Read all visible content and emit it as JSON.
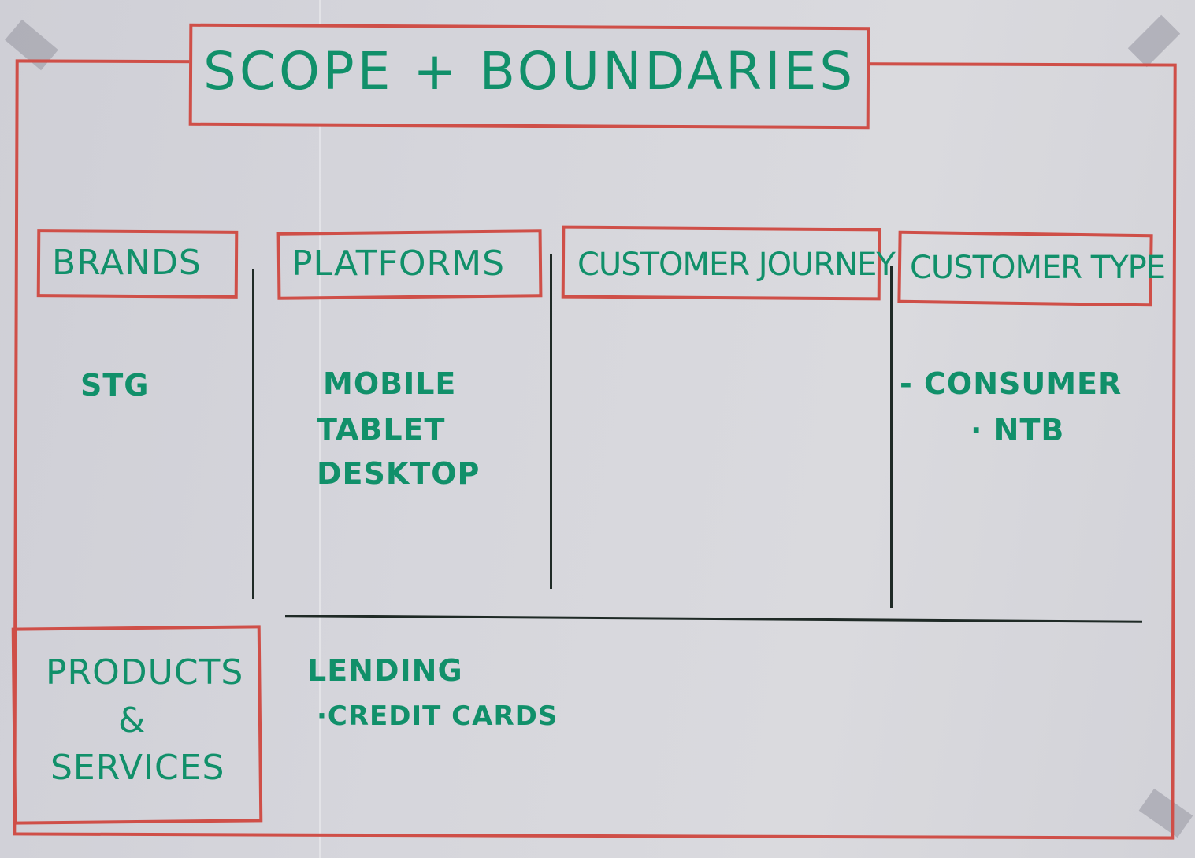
{
  "title": "SCOPE + BOUNDARIES",
  "sections": {
    "brands": {
      "heading": "BRANDS",
      "items": [
        "STG"
      ]
    },
    "platforms": {
      "heading": "PLATFORMS",
      "items": [
        "MOBILE",
        "TABLET",
        "DESKTOP"
      ]
    },
    "customer_journey": {
      "heading": "CUSTOMER JOURNEY",
      "items": []
    },
    "customer_type": {
      "heading": "CUSTOMER TYPE",
      "items": [
        "- CONSUMER",
        "· NTB"
      ]
    },
    "products_services": {
      "heading_lines": [
        "PRODUCTS",
        "&",
        "SERVICES"
      ],
      "items": [
        "LENDING",
        "·CREDIT CARDS"
      ]
    }
  },
  "colors": {
    "marker_green": "#11906a",
    "marker_red": "#cf4f48",
    "marker_black": "#1f2a26"
  }
}
